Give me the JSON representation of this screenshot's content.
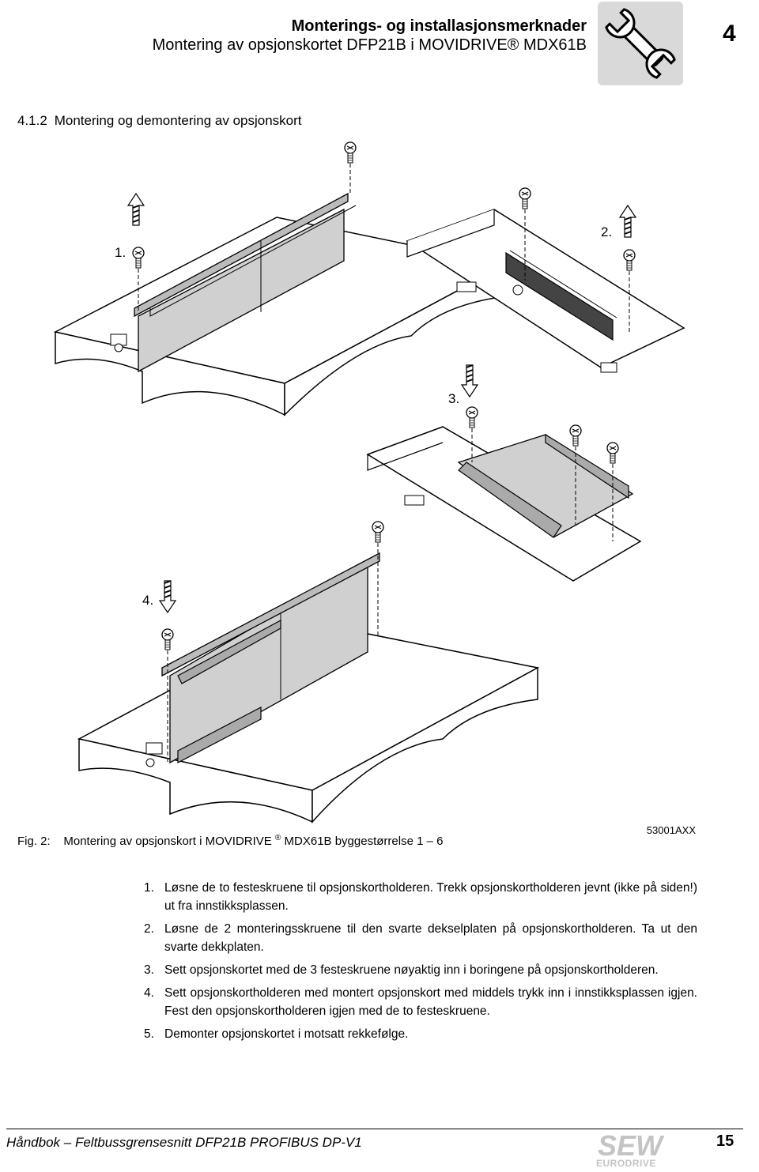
{
  "header": {
    "title": "Monterings- og installasjonsmerknader",
    "subtitle": "Montering av opsjonskortet DFP21B i MOVIDRIVE® MDX61B",
    "chapter_number": "4",
    "icon": "wrench-icon"
  },
  "section": {
    "number": "4.1.2",
    "title": "Montering og demontering av opsjonskort"
  },
  "figure": {
    "step_labels": [
      "1.",
      "2.",
      "3.",
      "4."
    ],
    "caption_prefix": "Fig. 2:",
    "caption_main": "Montering av opsjonskort i MOVIDRIVE",
    "caption_reg": "®",
    "caption_suffix": "MDX61B byggestørrelse 1 – 6",
    "code": "53001AXX"
  },
  "steps": [
    {
      "num": "1.",
      "text": "Løsne de to festeskruene til opsjonskortholderen. Trekk opsjonskortholderen jevnt (ikke på siden!) ut fra innstikksplassen."
    },
    {
      "num": "2.",
      "text": "Løsne de 2 monteringsskruene til den svarte dekselplaten på opsjonskortholderen. Ta ut den svarte dekkplaten."
    },
    {
      "num": "3.",
      "text": "Sett opsjonskortet med de 3 festeskruene nøyaktig inn i boringene på opsjonskortholderen."
    },
    {
      "num": "4.",
      "text": "Sett opsjonskortholderen med montert opsjonskort med middels trykk inn i innstikksplassen igjen. Fest den opsjonskortholderen igjen med de to festeskruene."
    },
    {
      "num": "5.",
      "text": "Demonter opsjonskortet i motsatt rekkefølge."
    }
  ],
  "footer": {
    "text": "Håndbok – Feltbussgrensesnitt DFP21B PROFIBUS DP-V1",
    "page": "15",
    "logo_text": "SEW",
    "logo_sub": "EURODRIVE"
  }
}
